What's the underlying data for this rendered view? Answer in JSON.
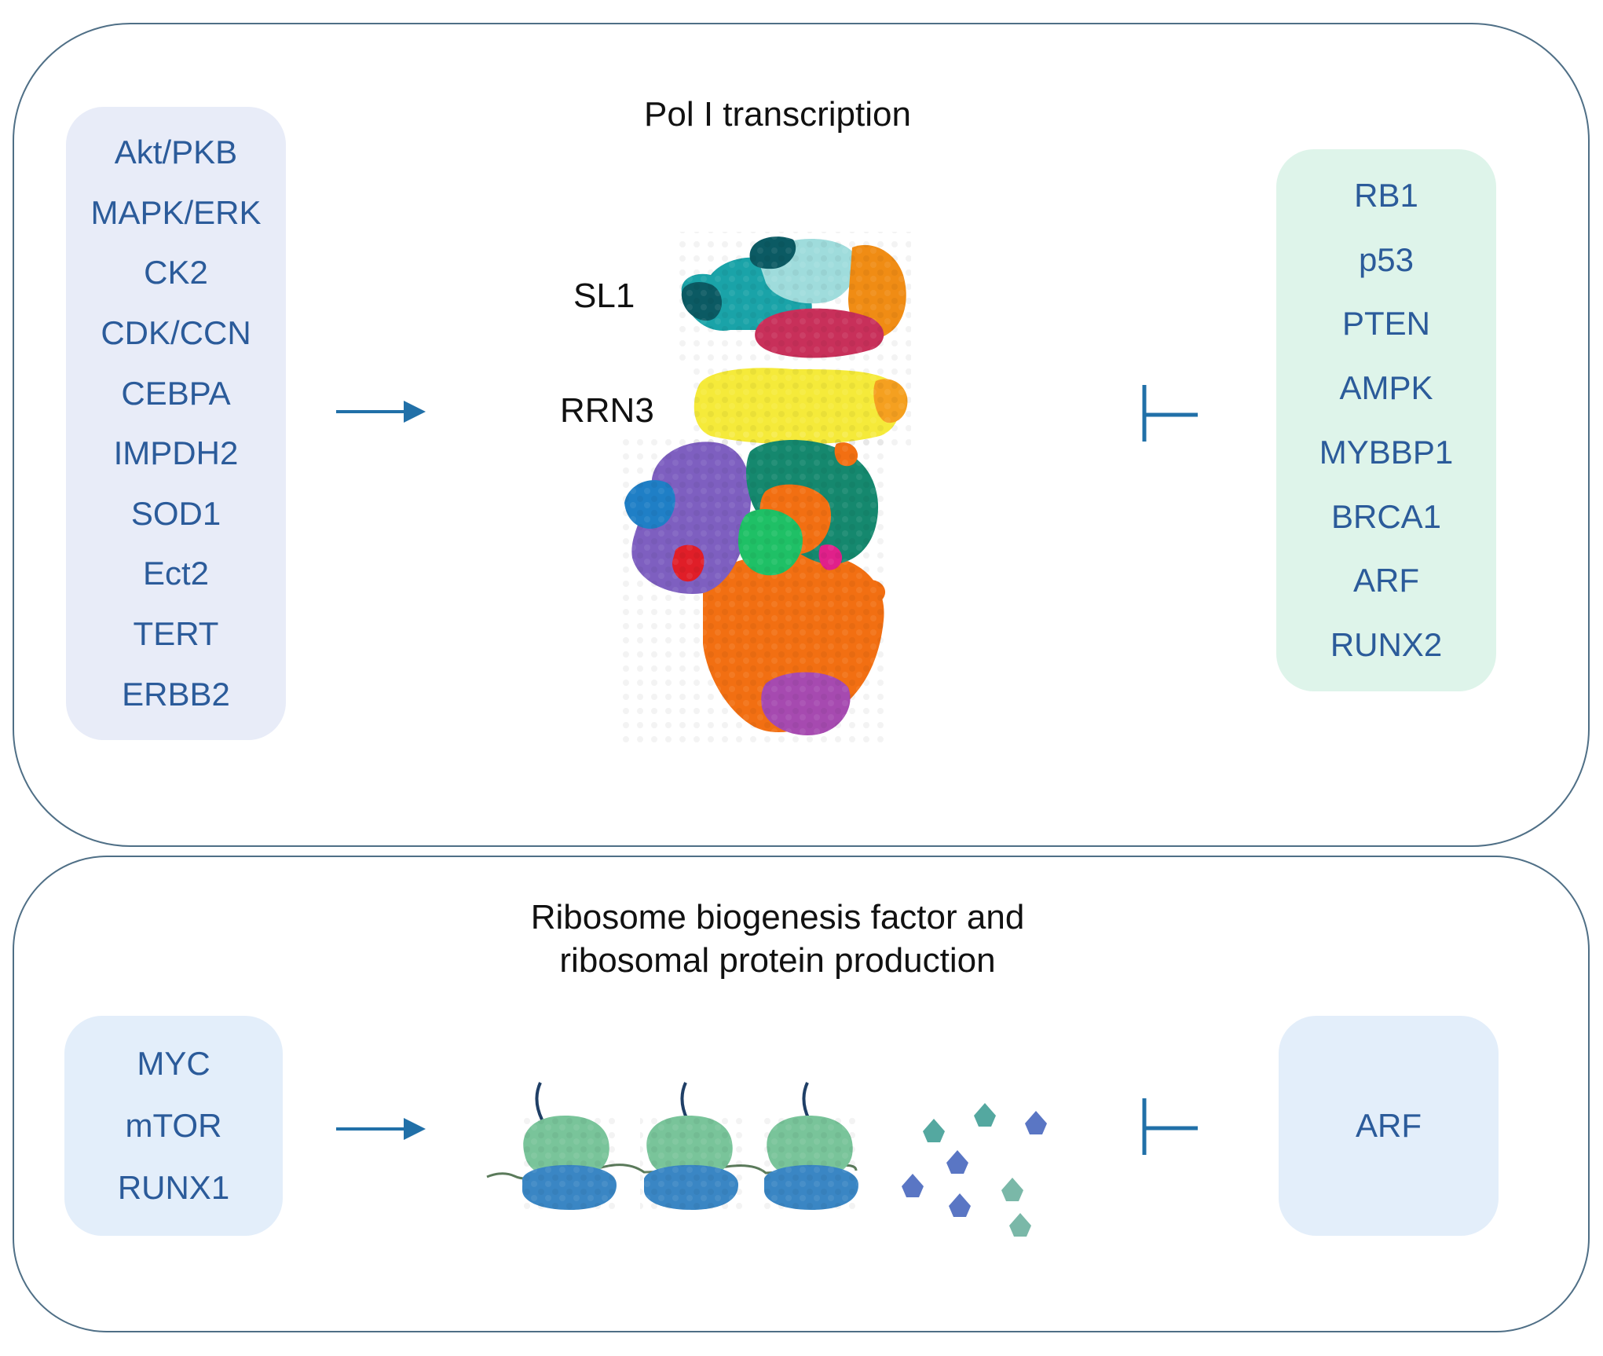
{
  "top_panel": {
    "title": "Pol I transcription",
    "activators": [
      "Akt/PKB",
      "MAPK/ERK",
      "CK2",
      "CDK/CCN",
      "CEBPA",
      "IMPDH2",
      "SOD1",
      "Ect2",
      "TERT",
      "ERBB2"
    ],
    "repressors": [
      "RB1",
      "p53",
      "PTEN",
      "AMPK",
      "MYBBP1",
      "BRCA1",
      "ARF",
      "RUNX2"
    ],
    "complex_labels": {
      "sl1": "SL1",
      "rrn3": "RRN3"
    }
  },
  "bottom_panel": {
    "title_lines": [
      "Ribosome biogenesis factor and",
      "ribosomal protein production"
    ],
    "activators": [
      "MYC",
      "mTOR",
      "RUNX1"
    ],
    "repressors": [
      "ARF"
    ]
  },
  "colors": {
    "panel_border": "#4f6f86",
    "gene_text": "#2b5b9a",
    "activator_box": "#e8ecf8",
    "repressor_box_top": "#def4ea",
    "bottom_boxes": "#e3eefa",
    "arrow": "#2170a8",
    "sl1_subunits": [
      "#0b5a63",
      "#1aa3a8",
      "#9fdcdc",
      "#f08c14",
      "#c8305a"
    ],
    "rrn3": "#f5ea3a",
    "pol1_subunits": [
      "#f26f12",
      "#7e5fc0",
      "#15886e",
      "#1f7fc6",
      "#1fc066",
      "#e01e28",
      "#e0208a",
      "#a64ab0"
    ],
    "ribosome_small": "#79c49a",
    "ribosome_large": "#3a86c4"
  },
  "icons": {
    "activation": "right-arrow-icon",
    "inhibition": "inhibition-bar-icon"
  }
}
